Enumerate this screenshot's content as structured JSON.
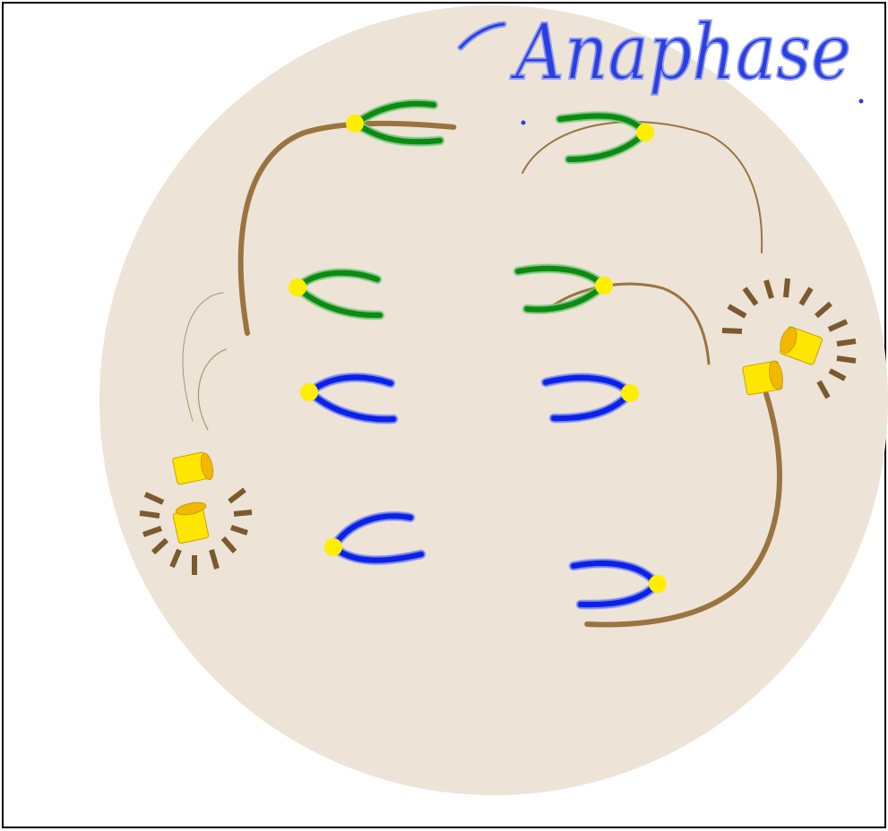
{
  "title": "Anaphase",
  "colors": {
    "frame": "#000000",
    "cell_fill": "#ede3d7",
    "handwriting": "#2b3fe0",
    "handwriting_glow": "#8f9cf2",
    "chromatid_green": "#0c8a12",
    "chromatid_green_glow": "#79c57b",
    "chromatid_blue": "#0a21e6",
    "chromatid_blue_glow": "#6f7ff0",
    "centromere": "#ffee00",
    "spindle": "#9a7440",
    "centriole_fill": "#ffe600",
    "centriole_end": "#f2b800",
    "aster_ray": "#7a5a2e"
  },
  "chromatid_groups": [
    {
      "name": "green",
      "count": 4
    },
    {
      "name": "blue",
      "count": 4
    }
  ],
  "centrosomes": [
    {
      "name": "left-pole",
      "centrioles": 2
    },
    {
      "name": "right-pole",
      "centrioles": 2
    }
  ]
}
